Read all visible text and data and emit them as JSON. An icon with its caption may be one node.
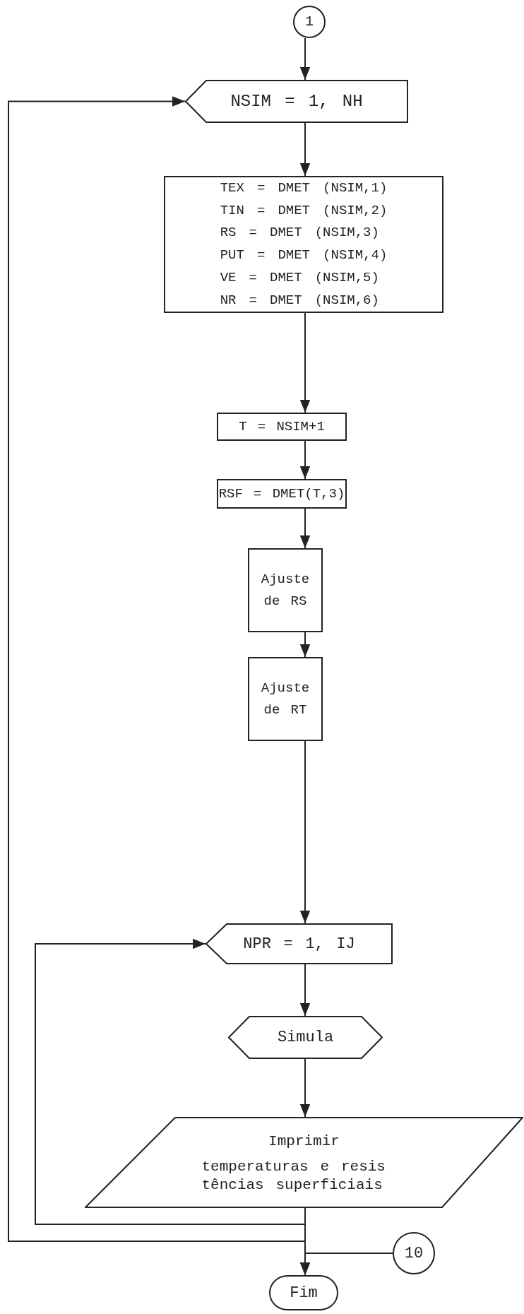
{
  "diagram": {
    "nodes": [
      {
        "text": [
          "1"
        ]
      },
      {
        "text": [
          "NSIM = 1, NH"
        ]
      },
      {
        "text": [
          "TEX = DMET (NSIM,1)",
          "TIN = DMET (NSIM,2)",
          "RS = DMET (NSIM,3)",
          "PUT = DMET (NSIM,4)",
          "VE = DMET (NSIM,5)",
          "NR = DMET (NSIM,6)"
        ]
      },
      {
        "text": [
          "T = NSIM+1"
        ]
      },
      {
        "text": [
          "RSF = DMET(T,3)"
        ]
      },
      {
        "text": [
          "Ajuste de RS"
        ]
      },
      {
        "text": [
          "Ajuste de RT"
        ]
      },
      {
        "text": [
          "NPR = 1, IJ"
        ]
      },
      {
        "text": [
          "Simula"
        ]
      },
      {
        "text": [
          "Imprimir",
          "temperaturas e resis tências superficiais"
        ]
      },
      {
        "text": [
          "10"
        ]
      },
      {
        "text": [
          "Fim"
        ]
      }
    ],
    "edges": [
      {
        "from": 0,
        "to": 1,
        "arrow": "to"
      },
      {
        "from": 1,
        "to": 2,
        "arrow": "to"
      },
      {
        "from": 2,
        "to": 3,
        "arrow": "to"
      },
      {
        "from": 3,
        "to": 4,
        "arrow": "to"
      },
      {
        "from": 4,
        "to": 5,
        "arrow": "to"
      },
      {
        "from": 5,
        "to": 6,
        "arrow": "to"
      },
      {
        "from": 6,
        "to": 7,
        "arrow": "to"
      },
      {
        "from": 7,
        "to": 8,
        "arrow": "to"
      },
      {
        "from": 8,
        "to": 9,
        "arrow": "to"
      },
      {
        "from": 9,
        "to": 11,
        "arrow": "to"
      },
      {
        "from": 9,
        "to": 7,
        "arrow": "to"
      },
      {
        "from": 9,
        "to": 1,
        "arrow": "to"
      },
      {
        "from": 10,
        "to": 11,
        "arrow": "to"
      }
    ]
  }
}
